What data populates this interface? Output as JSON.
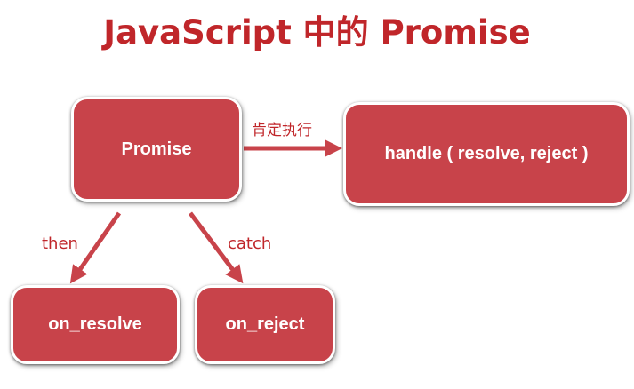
{
  "title": "JavaScript 中的 Promise",
  "nodes": {
    "promise": "Promise",
    "handle": "handle ( resolve, reject )",
    "on_resolve": "on_resolve",
    "on_reject": "on_reject"
  },
  "edges": {
    "execute": "肯定执行",
    "then": "then",
    "catch": "catch"
  },
  "colors": {
    "title": "#c0262a",
    "node_fill": "#c8434a",
    "arrow": "#c8434a",
    "edge_label": "#c0262a"
  }
}
